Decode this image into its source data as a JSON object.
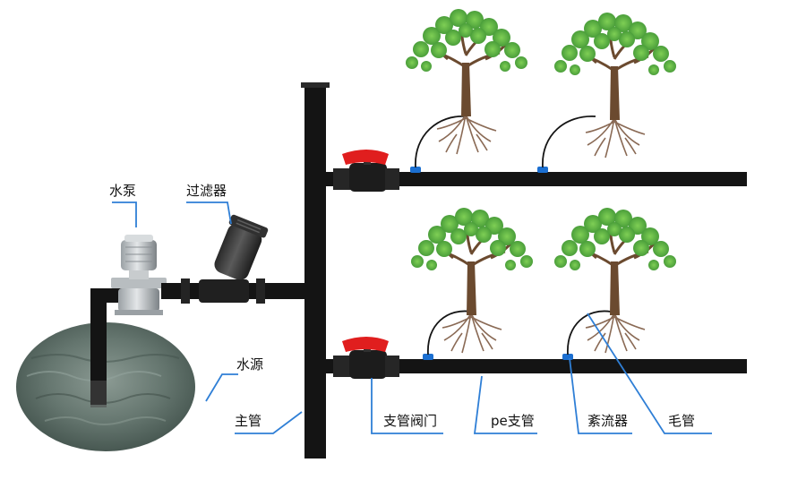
{
  "labels": {
    "pump": "水泵",
    "filter": "过滤器",
    "source": "水源",
    "main_pipe": "主管",
    "branch_valve": "支管阀门",
    "pe_branch": "pe支管",
    "dripper": "紊流器",
    "capillary": "毛管"
  },
  "colors": {
    "pipe": "#141414",
    "valve_handle": "#e01e1e",
    "dripper": "#1b6fd1",
    "callout": "#2f7fd6",
    "leaf": "#5cb346",
    "trunk": "#6b4a2f",
    "root": "#8a6a55",
    "water": "#5d6f68"
  }
}
